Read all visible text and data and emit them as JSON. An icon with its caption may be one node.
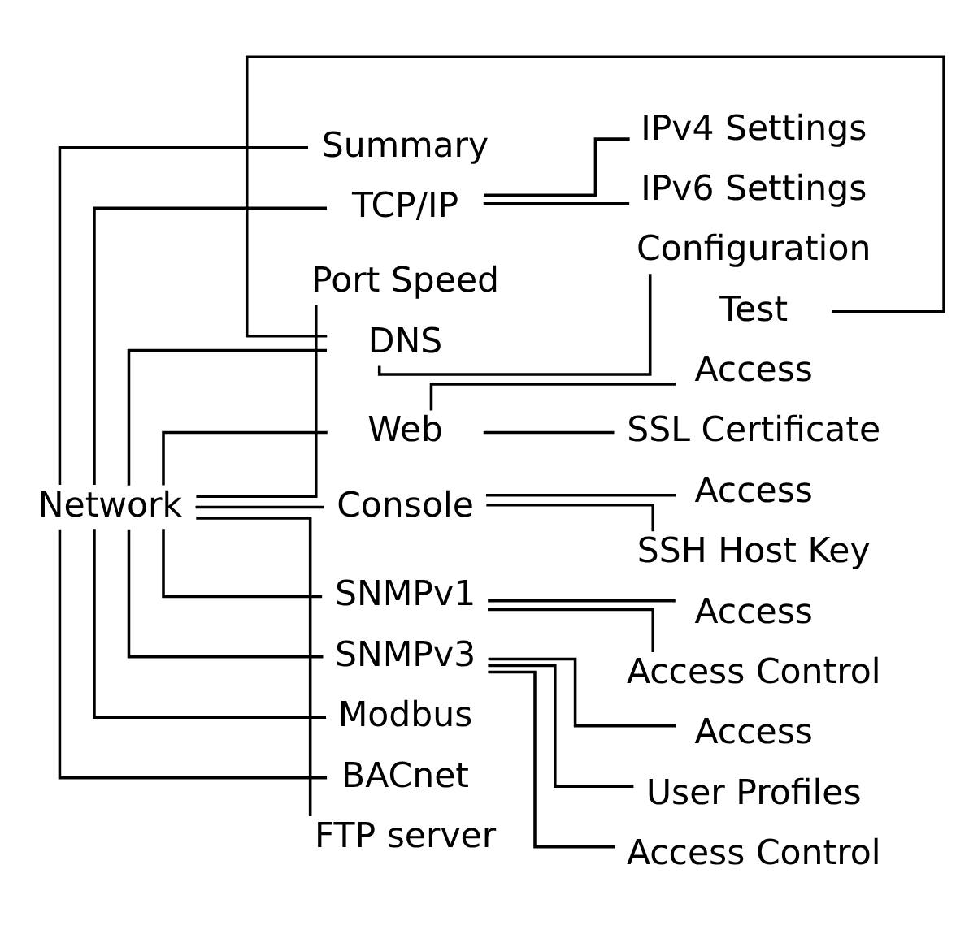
{
  "diagram": {
    "nodes": [
      {
        "text": [
          "Network"
        ]
      },
      {
        "text": [
          "Summary"
        ]
      },
      {
        "text": [
          "TCP/IP"
        ]
      },
      {
        "text": [
          "IPv4 Settings"
        ]
      },
      {
        "text": [
          "IPv6 Settings"
        ]
      },
      {
        "text": [
          "Port Speed"
        ]
      },
      {
        "text": [
          "DNS"
        ]
      },
      {
        "text": [
          "Configuration"
        ]
      },
      {
        "text": [
          "Test"
        ]
      },
      {
        "text": [
          "Web"
        ]
      },
      {
        "text": [
          "Access"
        ]
      },
      {
        "text": [
          "SSL Certificate"
        ]
      },
      {
        "text": [
          "Console"
        ]
      },
      {
        "text": [
          "Access"
        ]
      },
      {
        "text": [
          "SSH Host Key"
        ]
      },
      {
        "text": [
          "SNMPv1"
        ]
      },
      {
        "text": [
          "Access"
        ]
      },
      {
        "text": [
          "Access Control"
        ]
      },
      {
        "text": [
          "SNMPv3"
        ]
      },
      {
        "text": [
          "Access"
        ]
      },
      {
        "text": [
          "User Profiles"
        ]
      },
      {
        "text": [
          "Access Control"
        ]
      },
      {
        "text": [
          "Modbus"
        ]
      },
      {
        "text": [
          "BACnet"
        ]
      },
      {
        "text": [
          "FTP server"
        ]
      }
    ],
    "edges": [
      {
        "from": 0,
        "to": 1,
        "arrow": "none"
      },
      {
        "from": 0,
        "to": 2,
        "arrow": "none"
      },
      {
        "from": 2,
        "to": 3,
        "arrow": "none"
      },
      {
        "from": 2,
        "to": 4,
        "arrow": "none"
      },
      {
        "from": 0,
        "to": 5,
        "arrow": "none"
      },
      {
        "from": 0,
        "to": 6,
        "arrow": "none"
      },
      {
        "from": 6,
        "to": 7,
        "arrow": "none"
      },
      {
        "from": 6,
        "to": 8,
        "arrow": "none"
      },
      {
        "from": 0,
        "to": 9,
        "arrow": "none"
      },
      {
        "from": 9,
        "to": 10,
        "arrow": "none"
      },
      {
        "from": 9,
        "to": 11,
        "arrow": "none"
      },
      {
        "from": 0,
        "to": 12,
        "arrow": "none"
      },
      {
        "from": 12,
        "to": 13,
        "arrow": "none"
      },
      {
        "from": 12,
        "to": 14,
        "arrow": "none"
      },
      {
        "from": 0,
        "to": 15,
        "arrow": "none"
      },
      {
        "from": 15,
        "to": 16,
        "arrow": "none"
      },
      {
        "from": 15,
        "to": 17,
        "arrow": "none"
      },
      {
        "from": 0,
        "to": 18,
        "arrow": "none"
      },
      {
        "from": 18,
        "to": 19,
        "arrow": "none"
      },
      {
        "from": 18,
        "to": 20,
        "arrow": "none"
      },
      {
        "from": 18,
        "to": 21,
        "arrow": "none"
      },
      {
        "from": 0,
        "to": 22,
        "arrow": "none"
      },
      {
        "from": 0,
        "to": 23,
        "arrow": "none"
      },
      {
        "from": 0,
        "to": 24,
        "arrow": "none"
      }
    ]
  }
}
